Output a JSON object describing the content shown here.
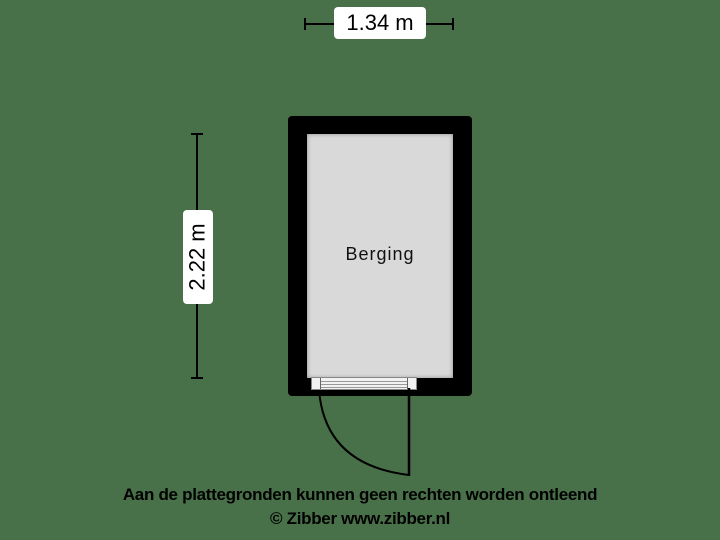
{
  "floorplan": {
    "room": {
      "name": "Berging"
    },
    "dimensions": {
      "width": "1.34 m",
      "height": "2.22 m"
    },
    "colors": {
      "background": "#497149",
      "wall": "#000000",
      "floor": "#d9d9d9"
    }
  },
  "footer": {
    "disclaimer": "Aan de plattegronden kunnen geen rechten worden ontleend",
    "copyright": "© Zibber www.zibber.nl"
  }
}
